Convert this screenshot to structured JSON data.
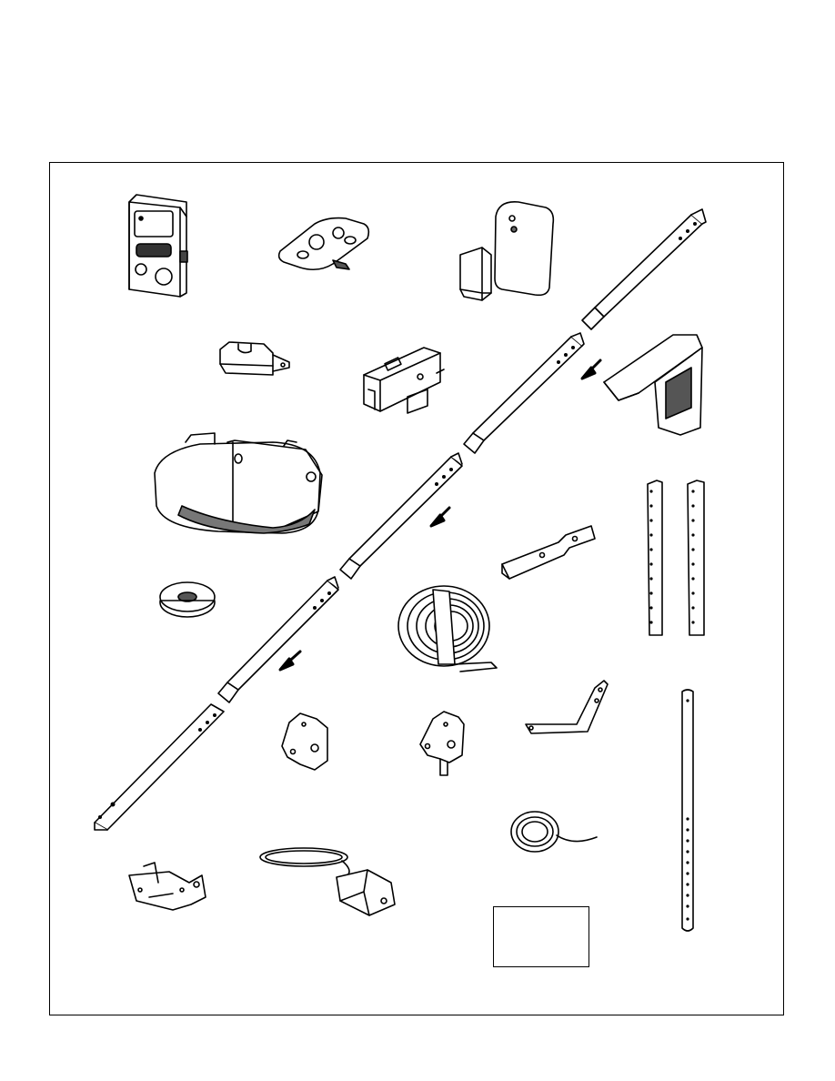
{
  "figure": {
    "items": [
      {
        "name": "door-control-console",
        "icon": "wall-control-icon"
      },
      {
        "name": "remote-control",
        "icon": "keychain-remote-icon"
      },
      {
        "name": "safety-sensors",
        "icon": "sensor-pair-icon"
      },
      {
        "name": "light-lens",
        "icon": "cover-icon"
      },
      {
        "name": "trolley",
        "icon": "trolley-icon"
      },
      {
        "name": "keyless-entry",
        "icon": "keypad-icon"
      },
      {
        "name": "motor-unit",
        "icon": "opener-icon"
      },
      {
        "name": "rail-sections",
        "icon": "rail-icon"
      },
      {
        "name": "pulley",
        "icon": "pulley-icon"
      },
      {
        "name": "belt-coil",
        "icon": "belt-icon"
      },
      {
        "name": "header-bracket",
        "icon": "bracket-icon"
      },
      {
        "name": "hanging-brackets",
        "icon": "angle-iron-icon"
      },
      {
        "name": "curved-door-arm",
        "icon": "curved-arm-icon"
      },
      {
        "name": "straight-door-arm",
        "icon": "straight-arm-icon"
      },
      {
        "name": "safety-sensor-bracket-left",
        "icon": "sensor-bracket-icon"
      },
      {
        "name": "safety-sensor-bracket-right",
        "icon": "sensor-bracket-icon"
      },
      {
        "name": "bell-wire",
        "icon": "wire-coil-icon"
      },
      {
        "name": "door-bracket",
        "icon": "door-bracket-icon"
      },
      {
        "name": "power-cord-with-sensor",
        "icon": "cord-icon"
      },
      {
        "name": "hardware-bag",
        "icon": "box-icon"
      }
    ]
  }
}
